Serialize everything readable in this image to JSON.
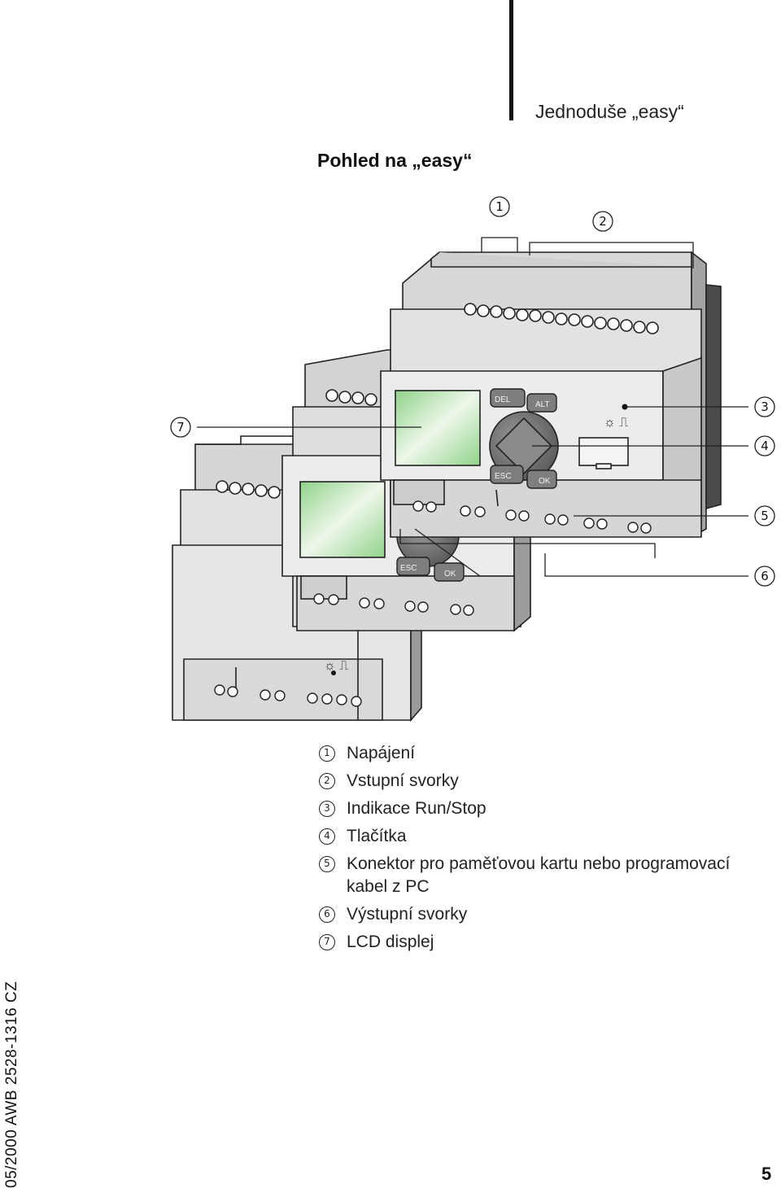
{
  "header": {
    "title": "Jednoduše „easy“"
  },
  "section": {
    "title": "Pohled na „easy“"
  },
  "figure": {
    "callouts": [
      "1",
      "2",
      "3",
      "4",
      "5",
      "6",
      "7"
    ],
    "device_front": {
      "buttons": [
        "DEL",
        "ALT",
        "ESC",
        "OK"
      ]
    },
    "device_middle": {
      "buttons": [
        "ESC",
        "OK"
      ]
    },
    "colors": {
      "housing": "#e3e3e3",
      "housing_shadow": "#c8c8c8",
      "lcd": "#a8dca0",
      "keypad": "#7a7a7a",
      "edge": "#222222"
    }
  },
  "legend": [
    {
      "num": "1",
      "text": "Napájení"
    },
    {
      "num": "2",
      "text": "Vstupní svorky"
    },
    {
      "num": "3",
      "text": "Indikace Run/Stop"
    },
    {
      "num": "4",
      "text": "Tlačítka"
    },
    {
      "num": "5",
      "text": "Konektor pro paměťovou kartu nebo programovací kabel z PC"
    },
    {
      "num": "6",
      "text": "Výstupní svorky"
    },
    {
      "num": "7",
      "text": "LCD displej"
    }
  ],
  "footer": {
    "doc_id": "05/2000 AWB 2528-1316 CZ",
    "page_number": "5"
  }
}
